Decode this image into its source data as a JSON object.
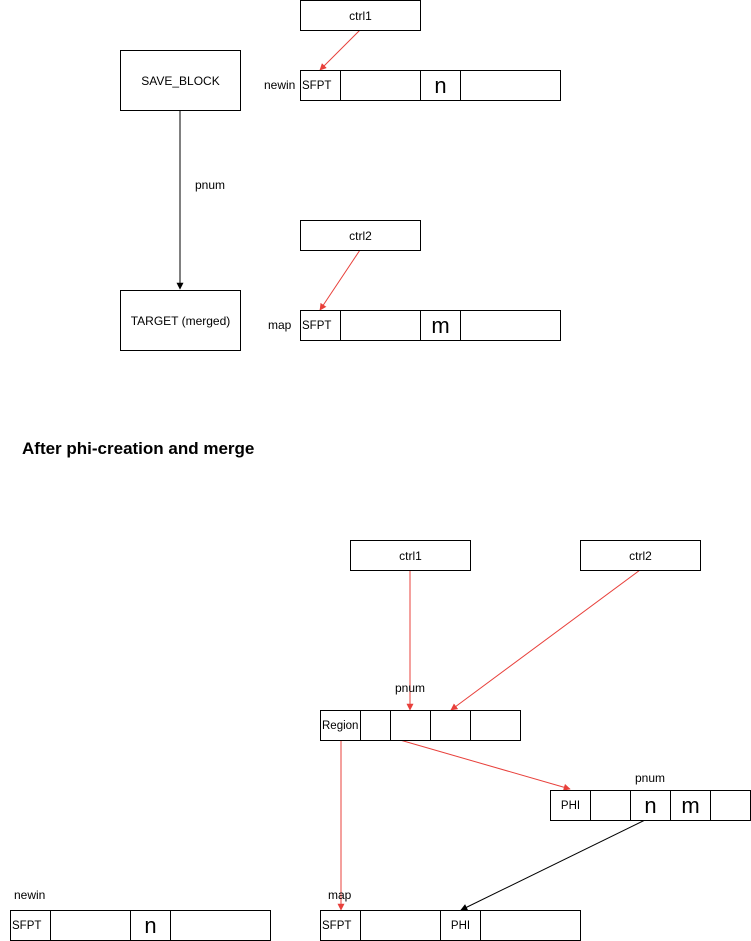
{
  "top": {
    "ctrl1": "ctrl1",
    "ctrl2": "ctrl2",
    "save_block": "SAVE_BLOCK",
    "target": "TARGET (merged)",
    "pnum": "pnum",
    "newin_label": "newin",
    "map_label": "map",
    "newin_cells": [
      "SFPT",
      "",
      "n",
      ""
    ],
    "map_cells": [
      "SFPT",
      "",
      "m",
      ""
    ]
  },
  "heading": "After phi-creation and merge",
  "bottom": {
    "ctrl1": "ctrl1",
    "ctrl2": "ctrl2",
    "region_pnum": "pnum",
    "region_cells": [
      "Region",
      "",
      "",
      "",
      ""
    ],
    "phi_pnum": "pnum",
    "phi_cells": [
      "PHI",
      "",
      "n",
      "m",
      ""
    ],
    "newin_label": "newin",
    "newin_cells": [
      "SFPT",
      "",
      "n",
      ""
    ],
    "map_label": "map",
    "map_cells": [
      "SFPT",
      "",
      "PHI",
      ""
    ]
  },
  "colors": {
    "red_arrow": "#e8403b",
    "black_arrow": "#000000"
  }
}
